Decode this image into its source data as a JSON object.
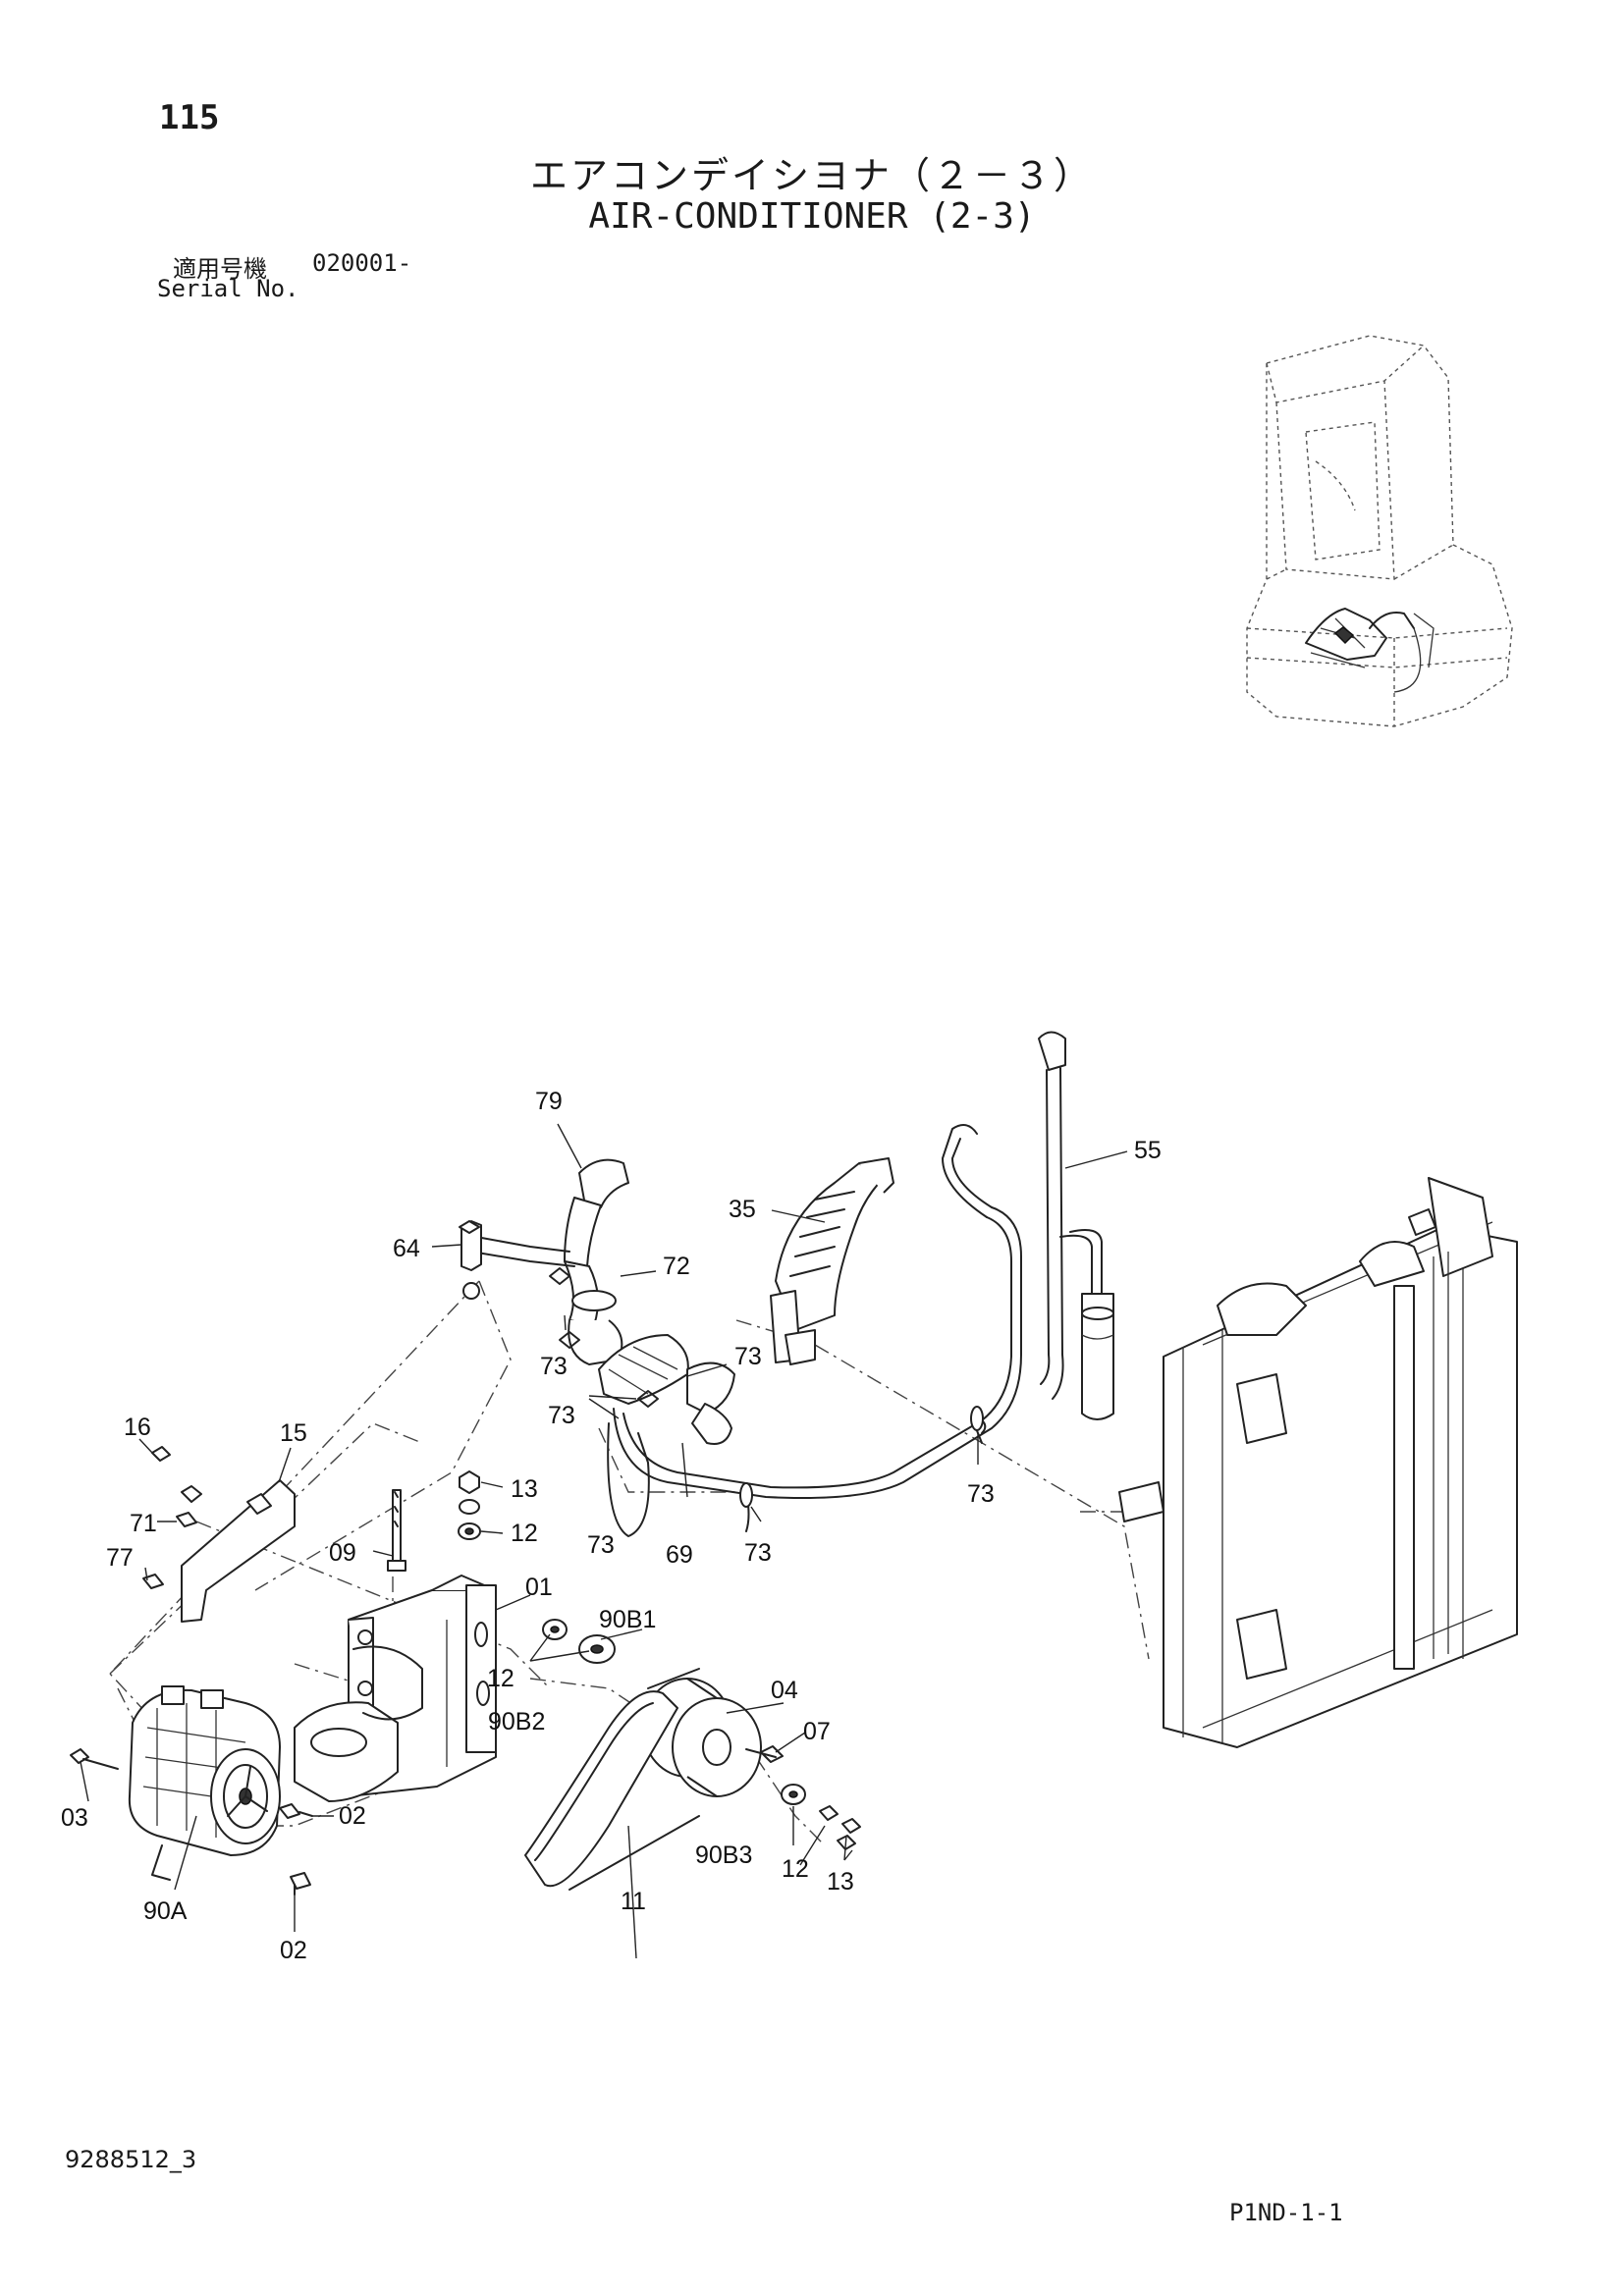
{
  "page": {
    "number": "115",
    "title_jp": "エアコンデイシヨナ（２－３）",
    "title_en": "AIR-CONDITIONER (2-3)",
    "serial_label_jp": "適用号機",
    "serial_range": "020001-",
    "serial_label_en": "Serial No.",
    "doc_number": "9288512_3",
    "page_code": "P1ND-1-1"
  },
  "callouts": [
    {
      "id": "c79",
      "label": "79"
    },
    {
      "id": "c55",
      "label": "55"
    },
    {
      "id": "c35",
      "label": "35"
    },
    {
      "id": "c64",
      "label": "64"
    },
    {
      "id": "c72",
      "label": "72"
    },
    {
      "id": "c73a",
      "label": "73"
    },
    {
      "id": "c73b",
      "label": "73"
    },
    {
      "id": "c73c",
      "label": "73"
    },
    {
      "id": "c73d",
      "label": "73"
    },
    {
      "id": "c73e",
      "label": "73"
    },
    {
      "id": "c73f",
      "label": "73"
    },
    {
      "id": "c69",
      "label": "69"
    },
    {
      "id": "c16",
      "label": "16"
    },
    {
      "id": "c15",
      "label": "15"
    },
    {
      "id": "c71",
      "label": "71"
    },
    {
      "id": "c77",
      "label": "77"
    },
    {
      "id": "c13a",
      "label": "13"
    },
    {
      "id": "c12a",
      "label": "12"
    },
    {
      "id": "c09",
      "label": "09"
    },
    {
      "id": "c01",
      "label": "01"
    },
    {
      "id": "c90B1",
      "label": "90B1"
    },
    {
      "id": "c12b",
      "label": "12"
    },
    {
      "id": "c90B2",
      "label": "90B2"
    },
    {
      "id": "c04",
      "label": "04"
    },
    {
      "id": "c07",
      "label": "07"
    },
    {
      "id": "c03",
      "label": "03"
    },
    {
      "id": "c02a",
      "label": "02"
    },
    {
      "id": "c90A",
      "label": "90A"
    },
    {
      "id": "c02b",
      "label": "02"
    },
    {
      "id": "c11",
      "label": "11"
    },
    {
      "id": "c90B3",
      "label": "90B3"
    },
    {
      "id": "c12c",
      "label": "12"
    },
    {
      "id": "c13b",
      "label": "13"
    }
  ]
}
